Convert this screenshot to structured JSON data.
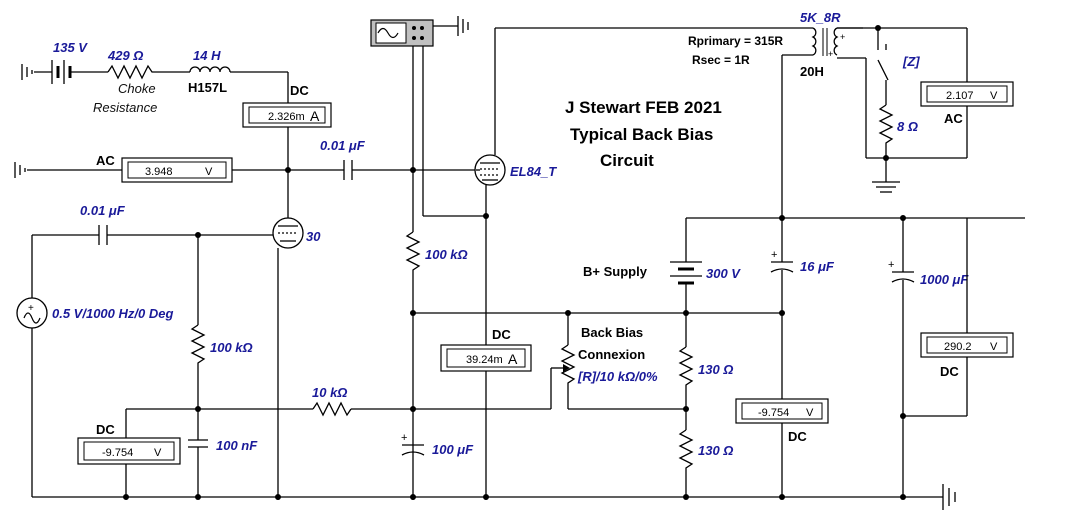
{
  "title": {
    "line1": "J Stewart FEB 2021",
    "line2": "Typical Back Bias",
    "line3": "Circuit"
  },
  "components": {
    "battery_135": "135 V",
    "choke_resistance_value": "429 Ω",
    "choke_resistance_label1": "Choke",
    "choke_resistance_label2": "Resistance",
    "choke_inductance": "14 H",
    "choke_name": "H157L",
    "cap_coupling_top": "0.01 μF",
    "cap_coupling_left": "0.01 μF",
    "tube_power": "EL84_T",
    "tube_driver": "30",
    "source": "0.5 V/1000 Hz/0 Deg",
    "res_grid_100k_a": "100 kΩ",
    "res_grid_100k_b": "100 kΩ",
    "res_10k": "10 kΩ",
    "cap_100n": "100 nF",
    "cap_100u": "100 μF",
    "bplus_label": "B+ Supply",
    "bplus_value": "300 V",
    "cap_16u": "16 μF",
    "cap_1000u": "1000 μF",
    "res_130_a": "130 Ω",
    "res_130_b": "130 Ω",
    "back_bias_label1": "Back Bias",
    "back_bias_label2": "Connexion",
    "pot_label": "[R]/10 kΩ/0%",
    "transformer_name": "5K_8R",
    "transformer_primary": "Rprimary = 315R",
    "transformer_secondary": "Rsec = 1R",
    "transformer_inductance": "20H",
    "switch_label": "[Z]",
    "load_res": "8 Ω"
  },
  "meters": {
    "m1": {
      "mode": "DC",
      "value": "2.326m",
      "unit": "A"
    },
    "m2": {
      "mode": "AC",
      "value": "3.948",
      "unit": "V"
    },
    "m3": {
      "mode": "DC",
      "value": "39.24m",
      "unit": "A"
    },
    "m4": {
      "mode": "DC",
      "value": "-9.754",
      "unit": "V"
    },
    "m5": {
      "mode": "DC",
      "value": "-9.754",
      "unit": "V"
    },
    "m6": {
      "mode": "AC",
      "value": "2.107",
      "unit": "V"
    },
    "m7": {
      "mode": "DC",
      "value": "290.2",
      "unit": "V"
    }
  }
}
